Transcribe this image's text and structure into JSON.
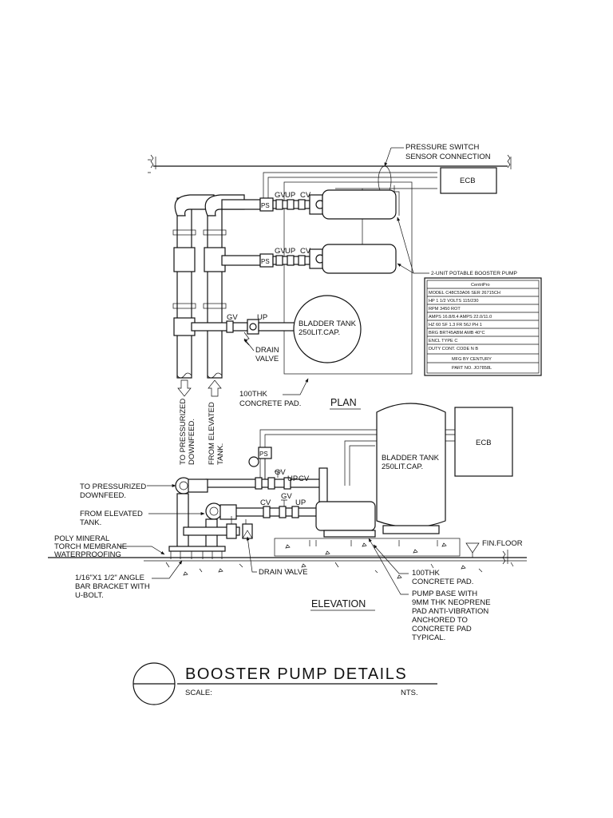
{
  "plan": {
    "pressure_switch_label": [
      "PRESSURE SWITCH",
      "SENSOR CONNECTION"
    ],
    "ecb_label": "ECB",
    "ps_label": "PS",
    "gv_label": "GV",
    "up_label": "UP",
    "cv_label": "CV",
    "booster_pump_label": "2-UNIT POTABLE BOOSTER PUMP",
    "bladder_tank_label": [
      "BLADDER TANK",
      "250LIT.CAP."
    ],
    "drain_valve_label": [
      "DRAIN",
      "VALVE"
    ],
    "concrete_pad_label": [
      "100THK",
      "CONCRETE PAD."
    ],
    "plan_title": "PLAN",
    "downfeed_label": [
      "TO PRESSURIZED",
      "DOWNFEED."
    ],
    "elevated_label": [
      "FROM ELEVATED",
      "TANK."
    ]
  },
  "nameplate": {
    "brand": "CentriPro",
    "rows": [
      "MODEL C48C53A06 SER 26715CH",
      "HP 1 1/2    VOLTS 115/230",
      "RPM   3450          ROT",
      "AMPS 16.8/8.4 AMPS  22.0/11.0",
      "HZ 60  SF 1.3  FR 56J  PH 1",
      "BRG  BRT45ABM  AMB 40°C",
      "ENCL                 TYPE C",
      "DUTY   CONT.  CODE N   B",
      "MFG BY CENTURY",
      "PART NO. JO7858L"
    ]
  },
  "elevation": {
    "ecb_label": "ECB",
    "ps_label": "PS",
    "bladder_tank_label": [
      "BLADDER TANK",
      "250LIT.CAP."
    ],
    "gv_label": "GV",
    "up_label": "UP",
    "cv_label": "CV",
    "downfeed_label": [
      "TO PRESSURIZED",
      "DOWNFEED."
    ],
    "elevated_label": [
      "FROM ELEVATED",
      "TANK."
    ],
    "waterproofing_label": [
      "POLY MINERAL",
      "TORCH MEMBRANE",
      "WATERPROOFING"
    ],
    "bracket_label": [
      "1/16\"X1 1/2\" ANGLE",
      "BAR BRACKET WITH",
      "U-BOLT."
    ],
    "drain_valve_label": "DRAIN VALVE",
    "concrete_pad_label": [
      "100THK",
      "CONCRETE PAD."
    ],
    "pump_base_label": [
      "PUMP BASE WITH",
      "9MM THK NEOPRENE",
      "PAD ANTI-VIBRATION",
      "ANCHORED TO",
      "CONCRETE PAD",
      "TYPICAL."
    ],
    "fin_floor_label": "FIN.FLOOR",
    "elevation_title": "ELEVATION"
  },
  "title_block": {
    "title": "BOOSTER PUMP DETAILS",
    "scale_label": "SCALE:",
    "scale_value": "NTS."
  }
}
